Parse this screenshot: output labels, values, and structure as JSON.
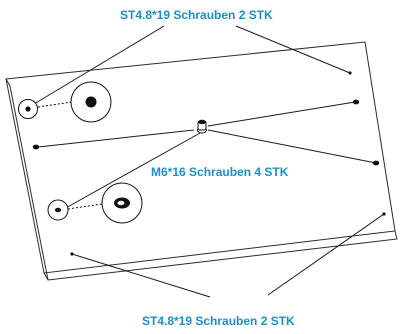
{
  "labels": {
    "top": "ST4.8*19 Schrauben 2 STK",
    "middle": "M6*16 Schrauben 4 STK",
    "bottom": "ST4.8*19 Schrauben 2 STK"
  },
  "colors": {
    "label_text": "#1e8fc4",
    "board_outline": "#2b2b2b",
    "leader_line": "#1a1a1a",
    "hole_fill": "#111111"
  },
  "icons": {
    "screw_hole": "filled-dot",
    "countersink_detail": "circle-with-dot",
    "threaded_insert": "barrel-nut"
  }
}
